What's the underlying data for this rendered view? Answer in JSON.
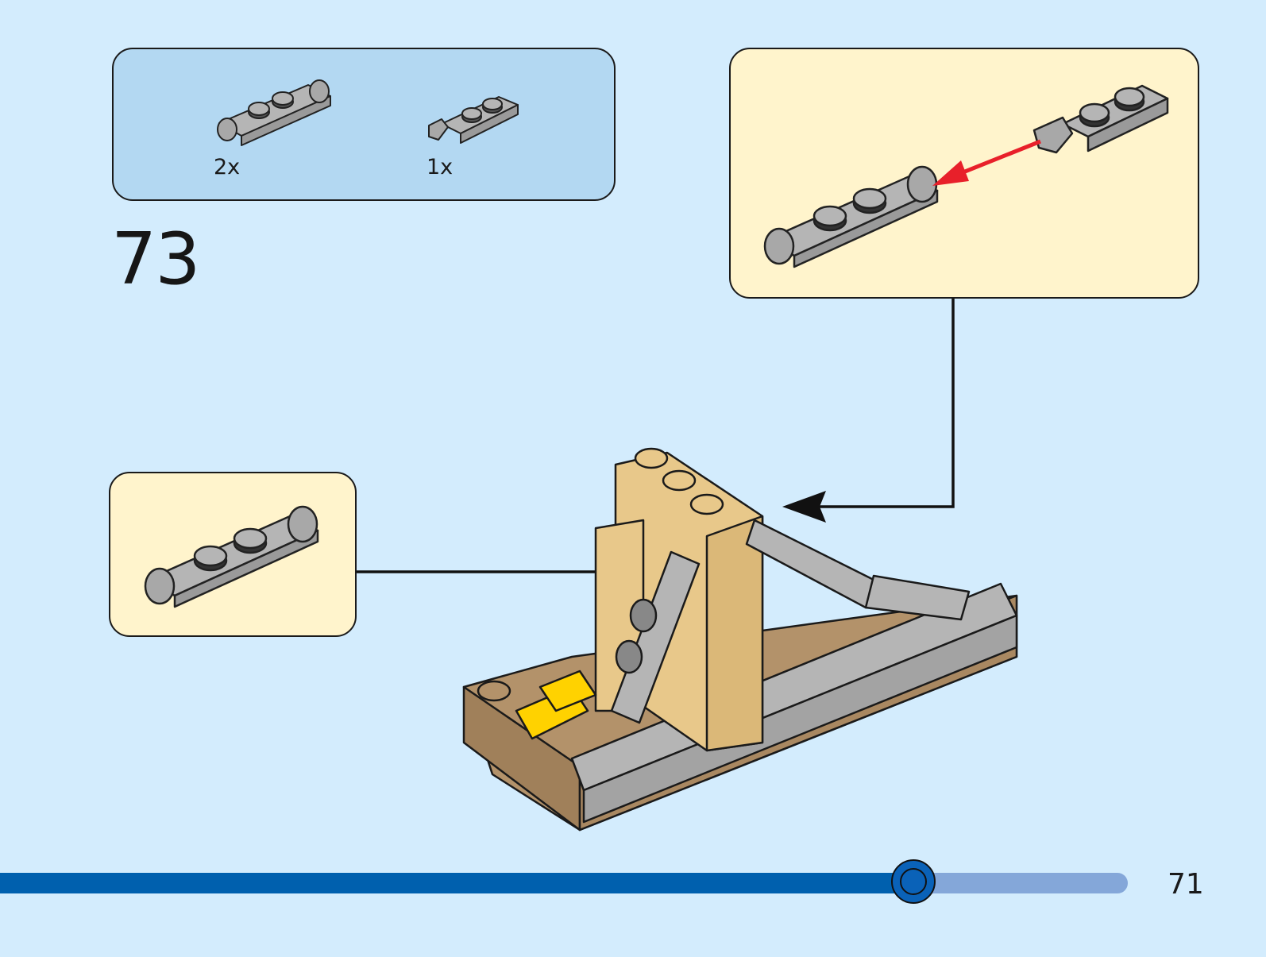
{
  "step": {
    "number": "73"
  },
  "parts_list": {
    "items": [
      {
        "name": "plate-1x2-with-bar-handles",
        "qty": "2x",
        "color": "#b5b5b5"
      },
      {
        "name": "plate-1x2-with-clip",
        "qty": "1x",
        "color": "#b5b5b5"
      }
    ]
  },
  "callouts": [
    {
      "name": "hinge-assembly-detail",
      "arrow_color": "#e8202a"
    },
    {
      "name": "bar-handle-plate-detail"
    }
  ],
  "model": {
    "colors": {
      "tan": "#e8c88a",
      "dark_tan": "#b3926a",
      "grey": "#b5b5b5",
      "yellow": "#ffd200"
    }
  },
  "footer": {
    "page_number": "71",
    "progress_percent": 81,
    "progress_fill_color": "#0060ae",
    "progress_track_color": "#84a7d9"
  }
}
